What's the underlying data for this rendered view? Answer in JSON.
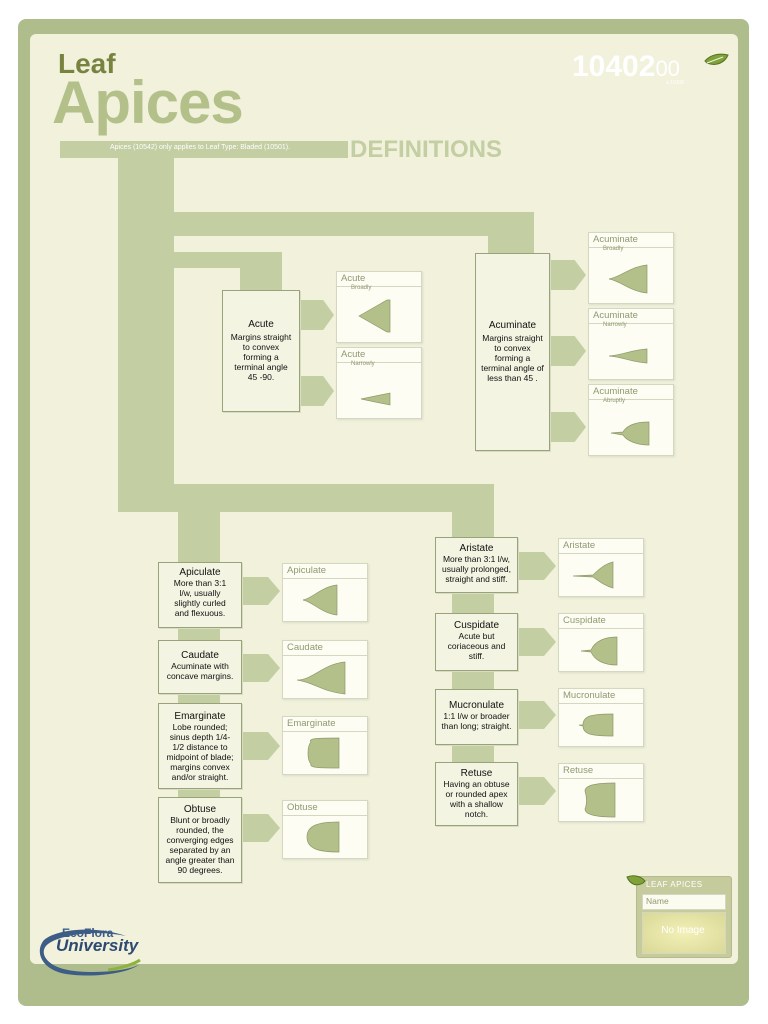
{
  "header": {
    "title_small": "Leaf",
    "title_large": "Apices",
    "note": "Apices (10542) only applies to Leaf Type: Bladed (10501).",
    "definitions": "DEFINITIONS",
    "code_main": "10402",
    "code_suffix": "00",
    "code_sub": "a 10106"
  },
  "defs": {
    "acute": {
      "title": "Acute",
      "text": "Margins straight to convex forming a terminal angle 45 -90."
    },
    "acuminate": {
      "title": "Acuminate",
      "text": "Margins straight to convex forming a terminal angle of less than 45 ."
    },
    "apiculate": {
      "title": "Apiculate",
      "text": "More than 3:1 l/w, usually slightly curled and flexuous."
    },
    "caudate": {
      "title": "Caudate",
      "text": "Acuminate with concave margins."
    },
    "emarginate": {
      "title": "Emarginate",
      "text": "Lobe rounded; sinus depth 1/4-1/2 distance to midpoint of blade; margins convex and/or straight."
    },
    "obtuse": {
      "title": "Obtuse",
      "text": "Blunt or broadly rounded, the converging edges separated by an angle greater than 90 degrees."
    },
    "aristate": {
      "title": "Aristate",
      "text": "More than 3:1 l/w, usually prolonged, straight and stiff."
    },
    "cuspidate": {
      "title": "Cuspidate",
      "text": "Acute but coriaceous and stiff."
    },
    "mucronulate": {
      "title": "Mucronulate",
      "text": "1:1 l/w or broader than long; straight."
    },
    "retuse": {
      "title": "Retuse",
      "text": "Having an obtuse or rounded apex with a shallow notch."
    }
  },
  "thumbs": {
    "acute_broadly": {
      "title": "Acute",
      "sub": "Broadly"
    },
    "acute_narrowly": {
      "title": "Acute",
      "sub": "Narrowly"
    },
    "acuminate_broadly": {
      "title": "Acuminate",
      "sub": "Broadly"
    },
    "acuminate_narrowly": {
      "title": "Acuminate",
      "sub": "Narrowly"
    },
    "acuminate_abruptly": {
      "title": "Acuminate",
      "sub": "Abruptly"
    },
    "apiculate": {
      "title": "Apiculate"
    },
    "caudate": {
      "title": "Caudate"
    },
    "emarginate": {
      "title": "Emarginate"
    },
    "obtuse": {
      "title": "Obtuse"
    },
    "aristate": {
      "title": "Aristate"
    },
    "cuspidate": {
      "title": "Cuspidate"
    },
    "mucronulate": {
      "title": "Mucronulate"
    },
    "retuse": {
      "title": "Retuse"
    }
  },
  "card": {
    "heading": "Leaf Apices",
    "name": "Name",
    "no_image": "No Image"
  },
  "logo": {
    "line1": "EcoFlora",
    "line2": "University"
  },
  "colors": {
    "frame": "#aebd8b",
    "panel": "#f1f1dc",
    "band": "#c3cea3",
    "title": "#b3c08a",
    "leaf": "#b3c08a"
  }
}
